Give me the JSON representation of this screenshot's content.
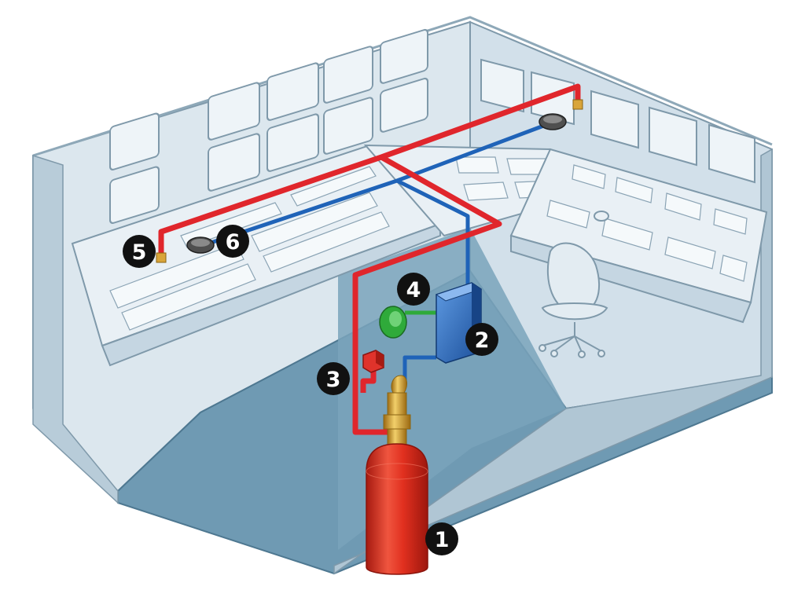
{
  "colors": {
    "background": "#ffffff",
    "wall_light": "#dde8ef",
    "wall_mid": "#c7d7e2",
    "wall_dark": "#a9c0cf",
    "floor": "#6f9ab3",
    "floor_shadow": "#5a859e",
    "console_light": "#e9f0f5",
    "console_line": "#7f99aa",
    "screen": "#eef4f8",
    "fire_pipe": "#e0262c",
    "detection_line": "#1f63b8",
    "cylinder": "#e1301f",
    "cylinder_shade": "#b21d12",
    "valve": "#d9a53a",
    "control_panel": "#2b6fc7",
    "alarm_bell": "#2faa3a",
    "manual_station": "#e0332b",
    "detector": "#4f4f4f",
    "badge": "#111111"
  },
  "callouts": [
    {
      "label": "1",
      "target": "suppression-cylinder"
    },
    {
      "label": "2",
      "target": "control-panel"
    },
    {
      "label": "3",
      "target": "manual-release-station"
    },
    {
      "label": "4",
      "target": "alarm-bell"
    },
    {
      "label": "5",
      "target": "discharge-nozzle"
    },
    {
      "label": "6",
      "target": "smoke-detector"
    }
  ]
}
